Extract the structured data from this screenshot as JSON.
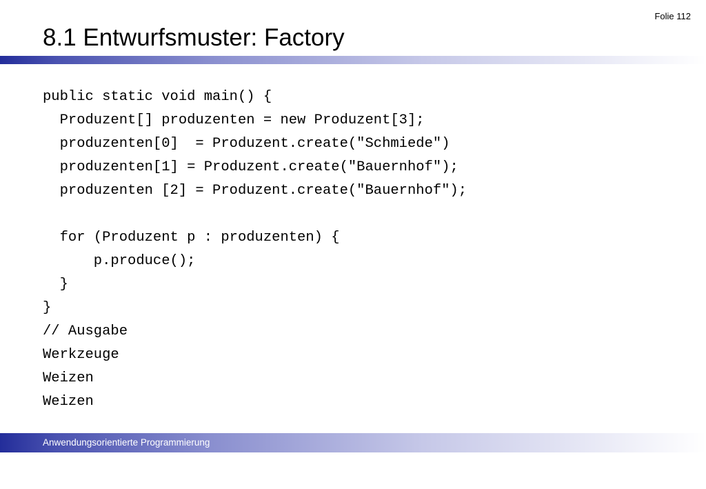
{
  "slide": {
    "number_label": "Folie 112",
    "title": "8.1 Entwurfsmuster: Factory",
    "footer": "Anwendungsorientierte Programmierung"
  },
  "code": {
    "lines": [
      "public static void main() {",
      "  Produzent[] produzenten = new Produzent[3];",
      "  produzenten[0]  = Produzent.create(\"Schmiede\")",
      "  produzenten[1] = Produzent.create(\"Bauernhof\");",
      "  produzenten [2] = Produzent.create(\"Bauernhof\");",
      "",
      "  for (Produzent p : produzenten) {",
      "      p.produce();",
      "  }",
      "}",
      "// Ausgabe",
      "Werkzeuge",
      "Weizen",
      "Weizen"
    ]
  },
  "colors": {
    "bar_dark": "#232d9a",
    "bar_light": "#ffffff"
  }
}
